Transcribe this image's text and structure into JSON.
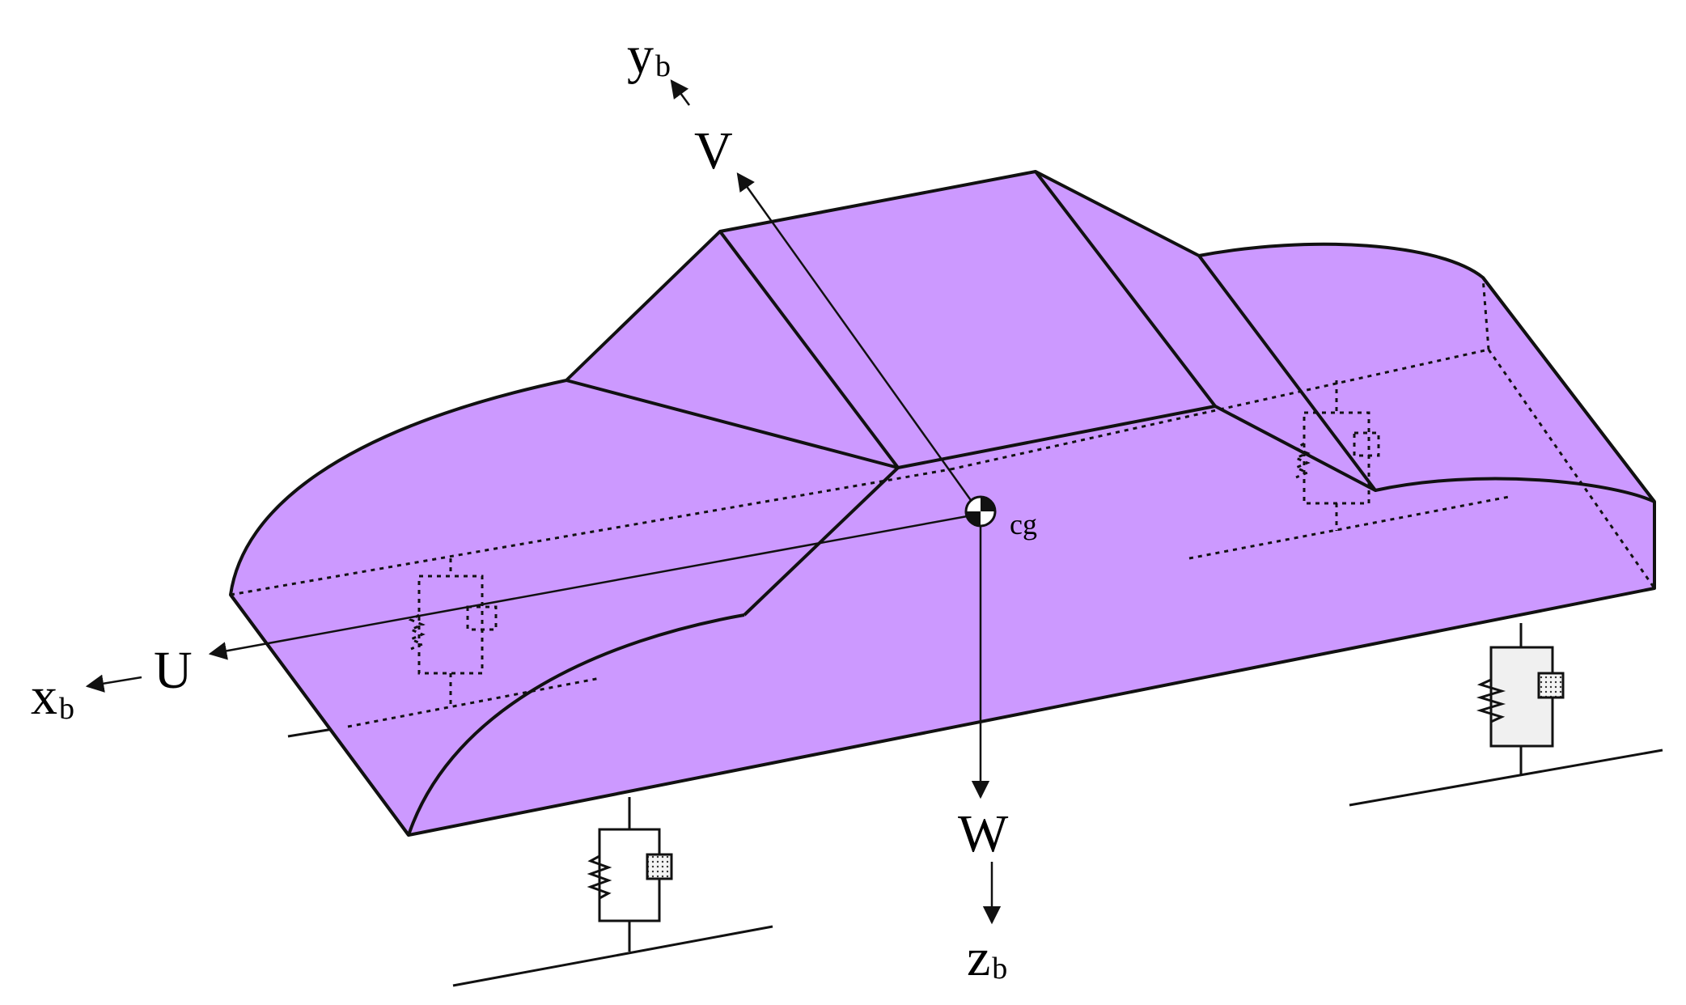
{
  "colors": {
    "body_fill": "#cc99ff",
    "damper_fill": "#f0f0f0",
    "stroke": "#111111"
  },
  "labels": {
    "x_axis": {
      "main": "x",
      "sub": "b"
    },
    "y_axis": {
      "main": "y",
      "sub": "b"
    },
    "z_axis": {
      "main": "z",
      "sub": "b"
    },
    "u_velocity": "U",
    "v_velocity": "V",
    "w_velocity": "W",
    "cg": "cg"
  },
  "icons": {
    "cg_marker": "center-of-gravity-symbol",
    "suspension": "spring-damper-icon"
  }
}
